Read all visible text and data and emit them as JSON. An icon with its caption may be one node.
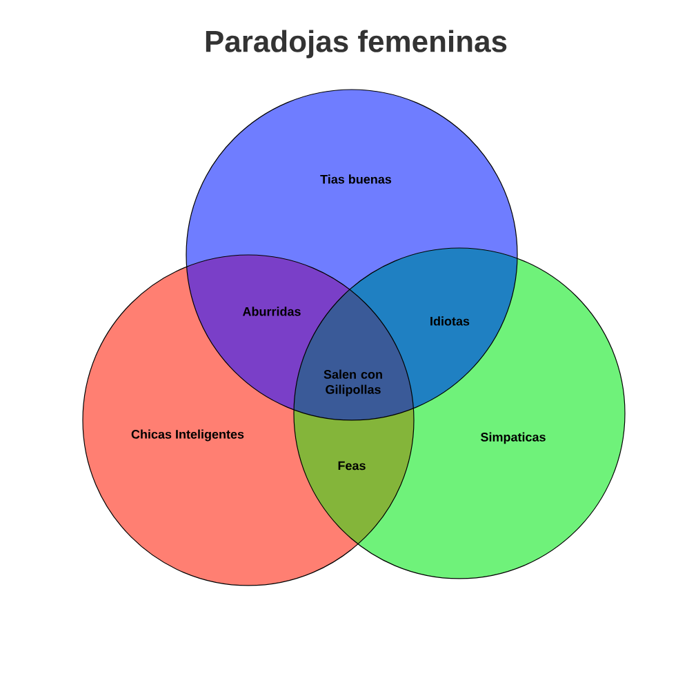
{
  "diagram": {
    "title": "Paradojas femeninas",
    "nodes": [
      {
        "text": [
          "Tias buenas"
        ]
      },
      {
        "text": [
          "Chicas Inteligentes"
        ]
      },
      {
        "text": [
          "Simpaticas"
        ]
      }
    ],
    "labels": [
      "Aburridas",
      "Idiotas",
      "Salen con Gilipollas",
      "Feas"
    ]
  }
}
